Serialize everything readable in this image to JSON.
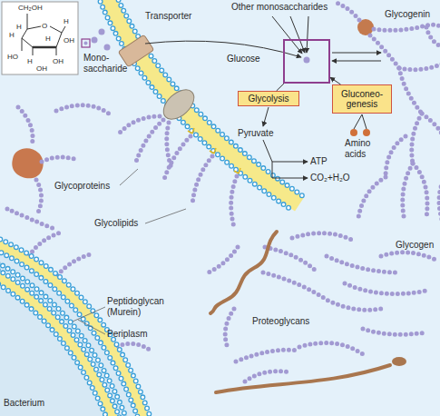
{
  "diagram": {
    "nodes": [
      {
        "text": [
          "Glucose"
        ]
      },
      {
        "text": [
          "Glycolysis"
        ]
      },
      {
        "text": [
          "Gluconeo- genesis"
        ]
      }
    ],
    "edges": [
      {
        "from": 0,
        "to": 1,
        "arrow": "none"
      },
      {
        "from": 2,
        "to": 0,
        "arrow": "to"
      }
    ],
    "labels": [
      "Transporter",
      "Other monosaccharides",
      "Glycogenin",
      "Mono- saccharide",
      "Pyruvate",
      "ATP",
      "CO₂+H₂O",
      "Amino acids",
      "Glycogen",
      "Glycoproteins",
      "Glycolipids",
      "Peptidoglycan (Murein)",
      "Periplasm",
      "Proteoglycans",
      "Bacterium",
      "CH₂OH",
      "H",
      "O",
      "H",
      "H",
      "OH",
      "H",
      "HO",
      "OH",
      "H",
      "OH"
    ]
  }
}
